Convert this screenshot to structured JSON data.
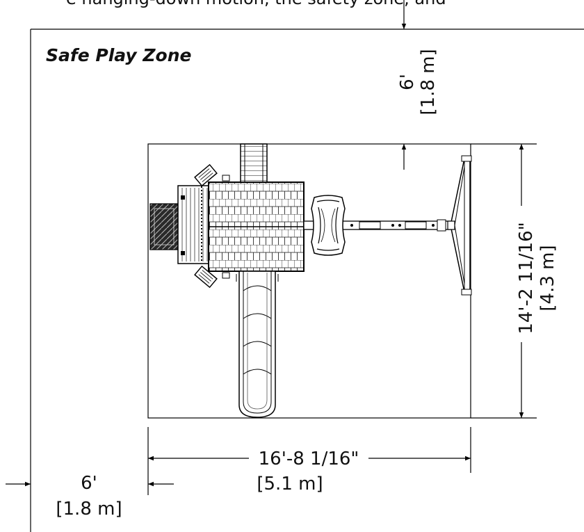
{
  "zone": {
    "title": "Safe Play Zone",
    "clearance_feet": "6'",
    "clearance_meters": "[1.8 m]",
    "top_cut_text": "e hanging-down motion, the safety zone, and"
  },
  "footprint": {
    "width_feet": "16'-8 1/16\"",
    "width_meters": "[5.1 m]",
    "depth_feet": "14'-2 11/16\"",
    "depth_meters": "[4.3 m]"
  }
}
